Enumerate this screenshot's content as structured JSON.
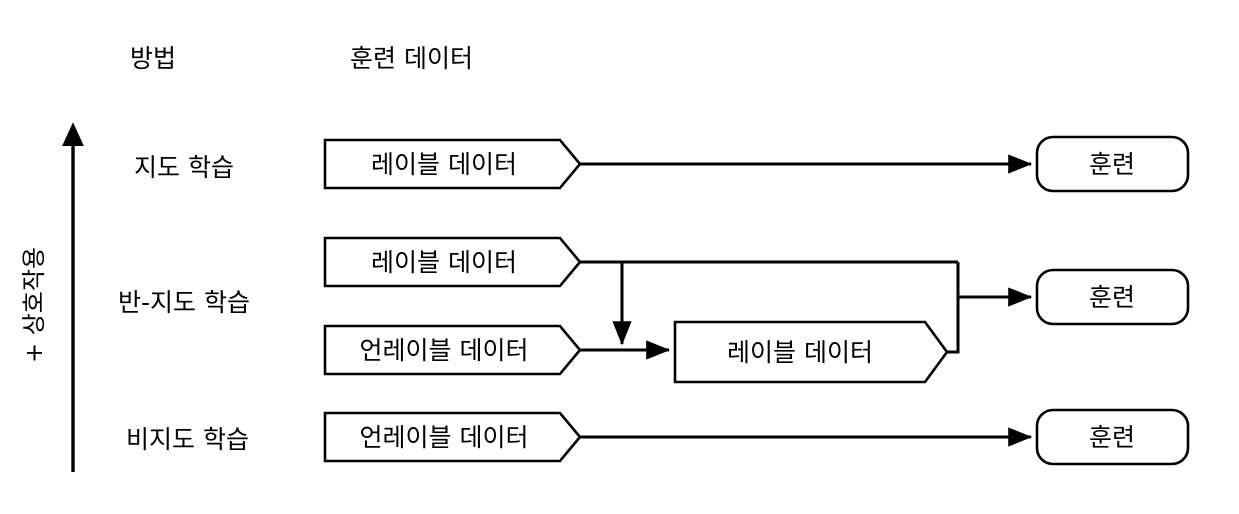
{
  "diagram": {
    "title_headers": {
      "method": "방법",
      "training_data": "훈련 데이터"
    },
    "axis": {
      "caption": "+ 상호작용",
      "direction": "up",
      "arrow_icon": "arrow-up-icon"
    },
    "rows": [
      {
        "id": "supervised",
        "method_label": "지도 학습",
        "data_nodes": [
          {
            "id": "sup-labeled",
            "label": "레이블 데이터",
            "shape": "pentagon-arrow"
          }
        ],
        "output_label": "훈련"
      },
      {
        "id": "semi-supervised",
        "method_label": "반-지도 학습",
        "data_nodes": [
          {
            "id": "semi-labeled",
            "label": "레이블 데이터",
            "shape": "pentagon-arrow"
          },
          {
            "id": "semi-unlabeled",
            "label": "언레이블 데이터",
            "shape": "pentagon-arrow"
          },
          {
            "id": "semi-pseudo-labeled",
            "label": "레이블 데이터",
            "shape": "pentagon-arrow"
          }
        ],
        "output_label": "훈련"
      },
      {
        "id": "unsupervised",
        "method_label": "비지도 학습",
        "data_nodes": [
          {
            "id": "unsup-unlabeled",
            "label": "언레이블 데이터",
            "shape": "pentagon-arrow"
          }
        ],
        "output_label": "훈련"
      }
    ],
    "colors": {
      "stroke": "#000000",
      "fill": "#ffffff",
      "text": "#000000"
    }
  }
}
